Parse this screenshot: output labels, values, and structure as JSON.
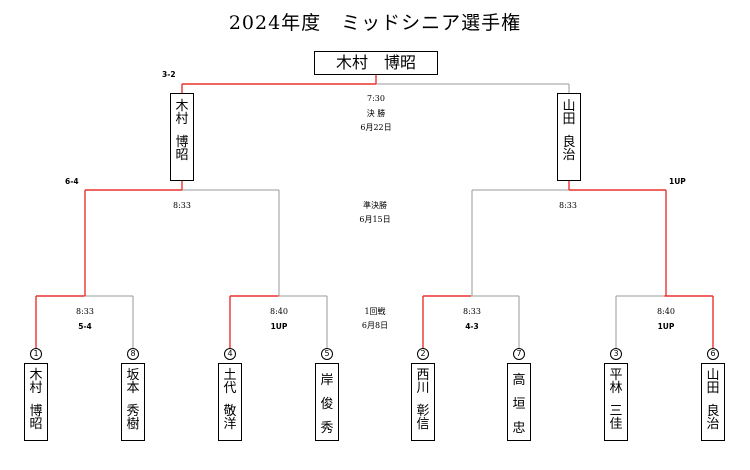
{
  "title": "2024年度　ミッドシニア選手権",
  "colors": {
    "winner_line": "#e8322e",
    "loser_line": "#9a9a9a"
  },
  "champion": "木村　博昭",
  "final": {
    "time": "7:30",
    "round_name": "決 勝",
    "date": "6月22日",
    "left": {
      "name": "木村博昭",
      "score": "3-2"
    },
    "right": {
      "name": "山田良治"
    }
  },
  "semifinals": {
    "time_left": "8:33",
    "time_right": "8:33",
    "round_name": "準決勝",
    "date": "6月15日",
    "left_score": "6-4",
    "right_score": "1UP"
  },
  "first_round": {
    "round_name": "1回戦",
    "date": "6月8日",
    "matches": [
      {
        "time": "8:33",
        "score": "5-4"
      },
      {
        "time": "8:40",
        "score": "1UP"
      },
      {
        "time": "8:33",
        "score": "4-3"
      },
      {
        "time": "8:40",
        "score": "1UP"
      }
    ]
  },
  "players": [
    {
      "seed": "①",
      "name": "木村博昭"
    },
    {
      "seed": "⑧",
      "name": "坂本秀樹"
    },
    {
      "seed": "④",
      "name": "土代敬洋"
    },
    {
      "seed": "⑤",
      "name": "岸俊秀"
    },
    {
      "seed": "②",
      "name": "西川彰信"
    },
    {
      "seed": "⑦",
      "name": "高垣忠"
    },
    {
      "seed": "③",
      "name": "平林三佳"
    },
    {
      "seed": "⑥",
      "name": "山田良治"
    }
  ]
}
